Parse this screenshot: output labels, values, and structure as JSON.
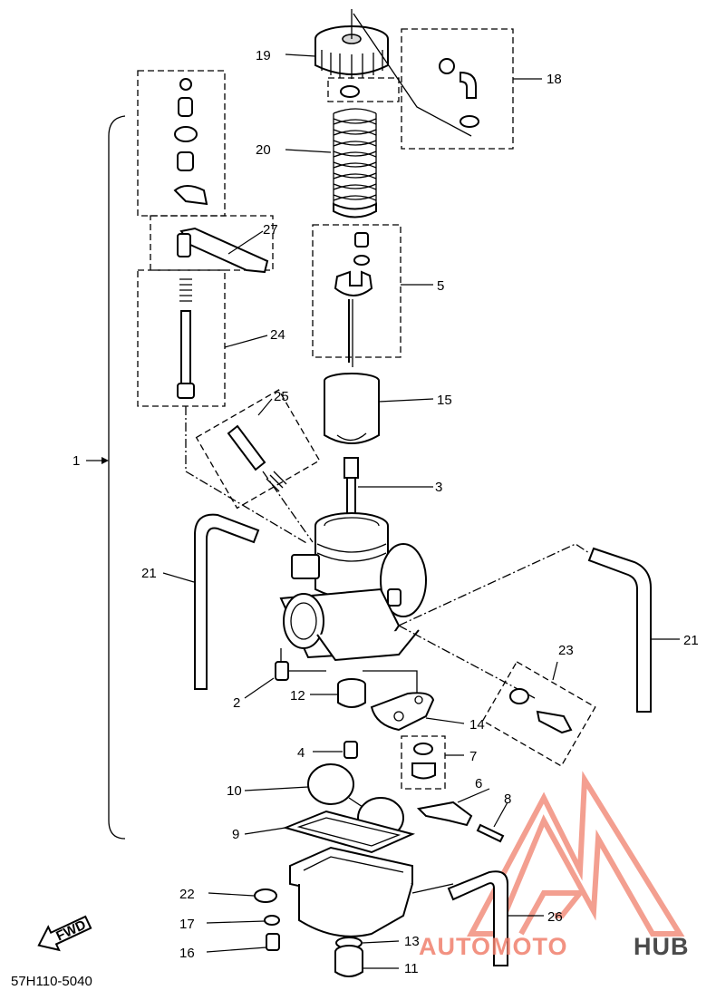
{
  "diagram": {
    "part_code": "57H110-5040",
    "fwd_label": "FWD",
    "callouts": {
      "c1": "1",
      "c2": "2",
      "c3": "3",
      "c4": "4",
      "c5": "5",
      "c6": "6",
      "c7": "7",
      "c8": "8",
      "c9": "9",
      "c10": "10",
      "c11": "11",
      "c12": "12",
      "c13": "13",
      "c14": "14",
      "c15": "15",
      "c16": "16",
      "c17": "17",
      "c18": "18",
      "c19": "19",
      "c20": "20",
      "c21a": "21",
      "c21b": "21",
      "c22": "22",
      "c23": "23",
      "c24": "24",
      "c25": "25",
      "c26": "26",
      "c27": "27"
    }
  },
  "watermark": {
    "text_1": "AUTO",
    "text_2": "MOTO",
    "text_3": "HUB",
    "accent_color": "#f07f6c",
    "dark_color": "#2b2b2b"
  }
}
